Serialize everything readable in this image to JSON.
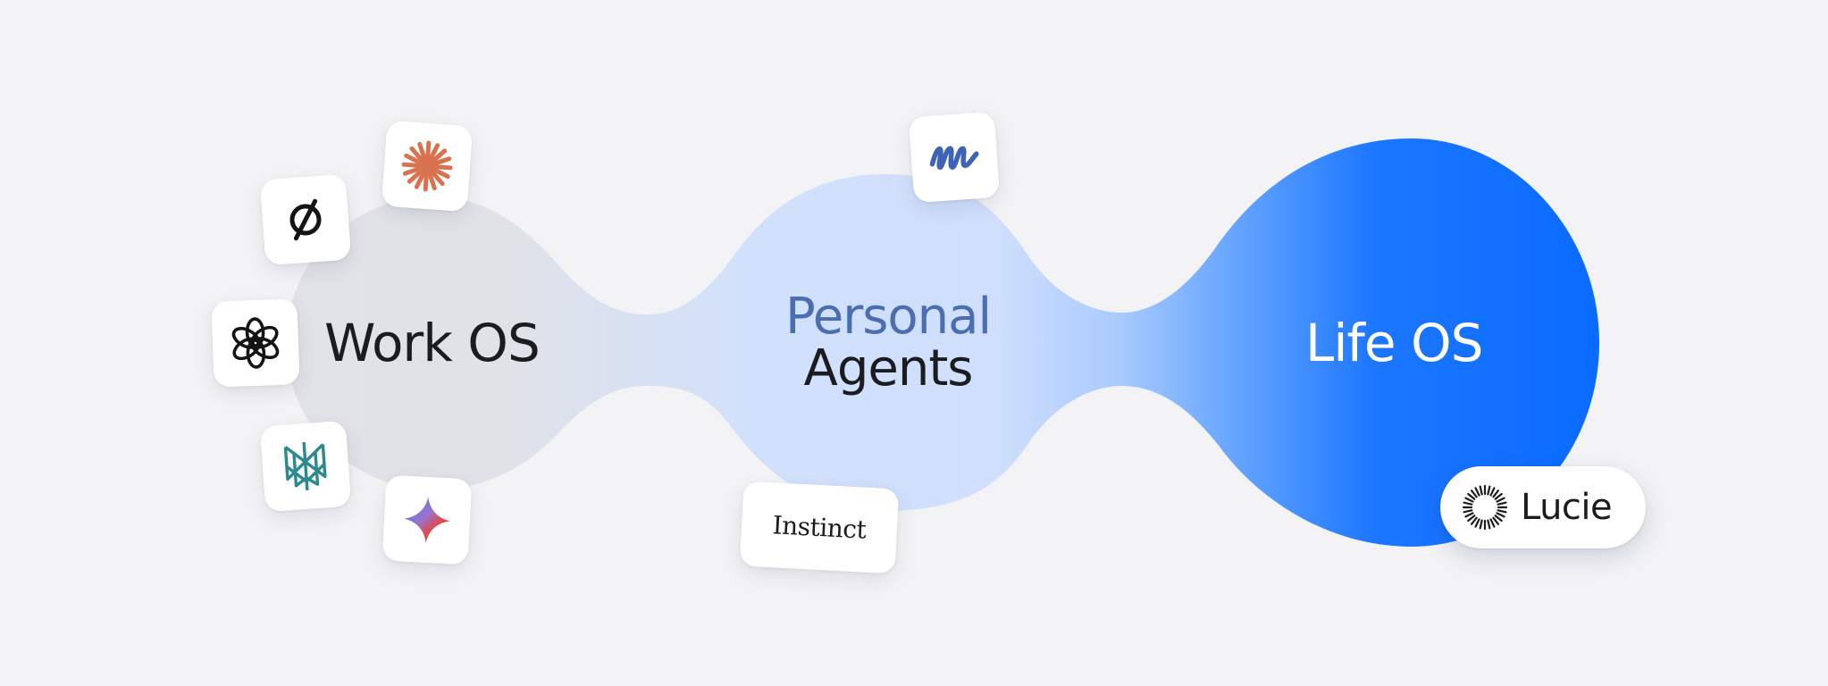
{
  "labels": {
    "work_os": "Work OS",
    "personal": "Personal",
    "agents": "Agents",
    "life_os": "Life OS"
  },
  "tiles": {
    "instinct": "Instinct",
    "lucie": "Lucie"
  },
  "icons": {
    "work_os_group": [
      "perplexity-icon",
      "claude-icon",
      "openai-icon",
      "teal-cross-logo-icon",
      "gemini-icon"
    ],
    "personal_agents_group": [
      "scribble-m-logo-icon",
      "instinct-wordmark"
    ],
    "life_os_group": [
      "lucie-burst-icon"
    ]
  },
  "colors": {
    "background": "#f3f3f5",
    "work_os_blob": "#e2e3e7",
    "personal_agents_blob": "#cfdffd",
    "life_os_blob": "#0a6bff",
    "personal_text": "#4a6eb0",
    "dark_text": "#1b1c1f",
    "claude_orange": "#d9734f",
    "teal_logo": "#2a8a8d",
    "scribble_blue": "#3e63b6"
  }
}
